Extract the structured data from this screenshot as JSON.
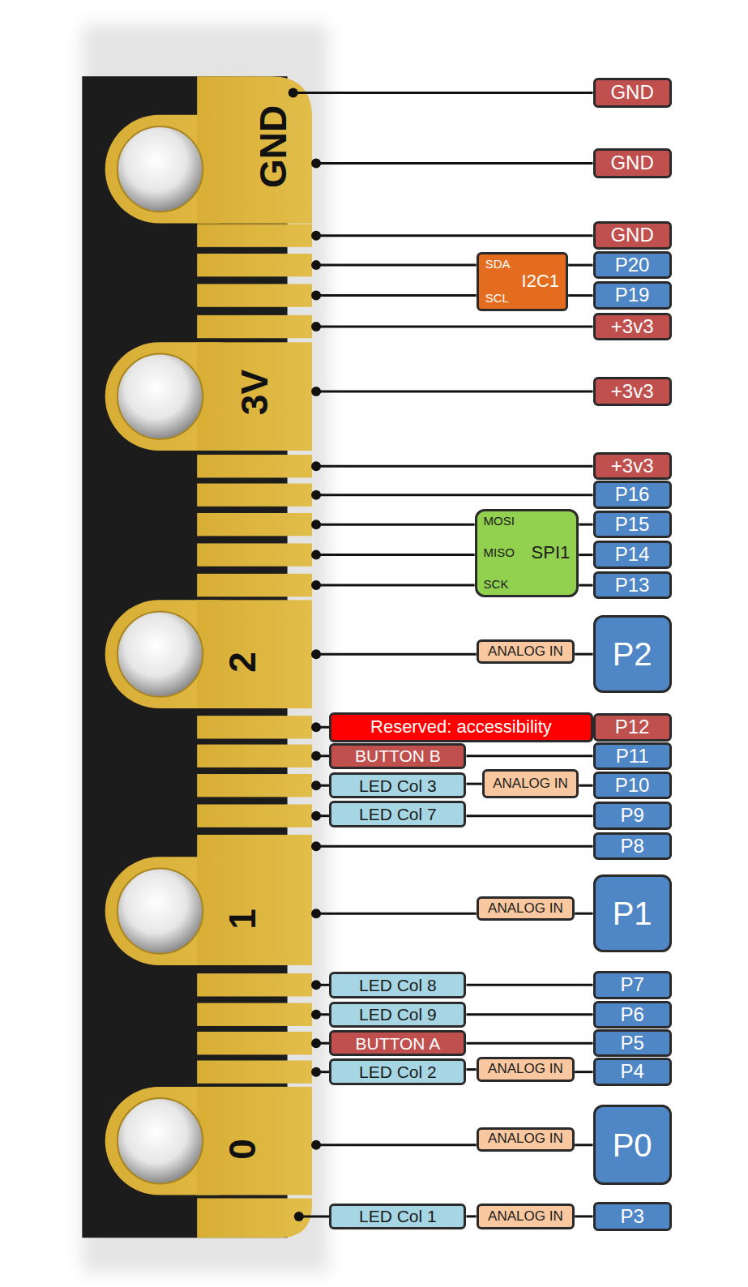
{
  "diagram": {
    "nodes": [
      {
        "text": [
          "GND"
        ]
      },
      {
        "text": [
          "GND"
        ]
      },
      {
        "text": [
          "GND"
        ]
      },
      {
        "text": [
          "SDA",
          "SCL",
          "I2C1"
        ]
      },
      {
        "text": [
          "P20"
        ]
      },
      {
        "text": [
          "P19"
        ]
      },
      {
        "text": [
          "+3v3"
        ]
      },
      {
        "text": [
          "+3v3"
        ]
      },
      {
        "text": [
          "+3v3"
        ]
      },
      {
        "text": [
          "P16"
        ]
      },
      {
        "text": [
          "MOSI",
          "MISO",
          "SPI1",
          "SCK"
        ]
      },
      {
        "text": [
          "P15"
        ]
      },
      {
        "text": [
          "P14"
        ]
      },
      {
        "text": [
          "P13"
        ]
      },
      {
        "text": [
          "ANALOG IN"
        ]
      },
      {
        "text": [
          "P2"
        ]
      },
      {
        "text": [
          "Reserved: accessibility"
        ]
      },
      {
        "text": [
          "P12"
        ]
      },
      {
        "text": [
          "BUTTON B"
        ]
      },
      {
        "text": [
          "P11"
        ]
      },
      {
        "text": [
          "LED Col 3"
        ]
      },
      {
        "text": [
          "ANALOG IN"
        ]
      },
      {
        "text": [
          "P10"
        ]
      },
      {
        "text": [
          "LED Col 7"
        ]
      },
      {
        "text": [
          "P9"
        ]
      },
      {
        "text": [
          "P8"
        ]
      },
      {
        "text": [
          "ANALOG IN"
        ]
      },
      {
        "text": [
          "P1"
        ]
      },
      {
        "text": [
          "LED Col 8"
        ]
      },
      {
        "text": [
          "P7"
        ]
      },
      {
        "text": [
          "LED Col 9"
        ]
      },
      {
        "text": [
          "P6"
        ]
      },
      {
        "text": [
          "BUTTON A"
        ]
      },
      {
        "text": [
          "P5"
        ]
      },
      {
        "text": [
          "LED Col 2"
        ]
      },
      {
        "text": [
          "ANALOG IN"
        ]
      },
      {
        "text": [
          "P4"
        ]
      },
      {
        "text": [
          "ANALOG IN"
        ]
      },
      {
        "text": [
          "P0"
        ]
      },
      {
        "text": [
          "LED Col 1"
        ]
      },
      {
        "text": [
          "ANALOG IN"
        ]
      },
      {
        "text": [
          "P3"
        ]
      }
    ],
    "edges": [
      {
        "from": 3,
        "to": 4,
        "arrow": "none"
      },
      {
        "from": 3,
        "to": 5,
        "arrow": "none"
      },
      {
        "from": 10,
        "to": 11,
        "arrow": "none"
      },
      {
        "from": 10,
        "to": 12,
        "arrow": "none"
      },
      {
        "from": 10,
        "to": 13,
        "arrow": "none"
      },
      {
        "from": 14,
        "to": 15,
        "arrow": "none"
      },
      {
        "from": 18,
        "to": 19,
        "arrow": "none"
      },
      {
        "from": 20,
        "to": 21,
        "arrow": "none"
      },
      {
        "from": 21,
        "to": 22,
        "arrow": "none"
      },
      {
        "from": 23,
        "to": 24,
        "arrow": "none"
      },
      {
        "from": 26,
        "to": 27,
        "arrow": "none"
      },
      {
        "from": 28,
        "to": 29,
        "arrow": "none"
      },
      {
        "from": 30,
        "to": 31,
        "arrow": "none"
      },
      {
        "from": 32,
        "to": 33,
        "arrow": "none"
      },
      {
        "from": 34,
        "to": 35,
        "arrow": "none"
      },
      {
        "from": 35,
        "to": 36,
        "arrow": "none"
      },
      {
        "from": 37,
        "to": 38,
        "arrow": "none"
      },
      {
        "from": 39,
        "to": 40,
        "arrow": "none"
      },
      {
        "from": 40,
        "to": 41,
        "arrow": "none"
      }
    ],
    "labels": [
      "GND",
      "3V",
      "2",
      "1",
      "0"
    ]
  }
}
